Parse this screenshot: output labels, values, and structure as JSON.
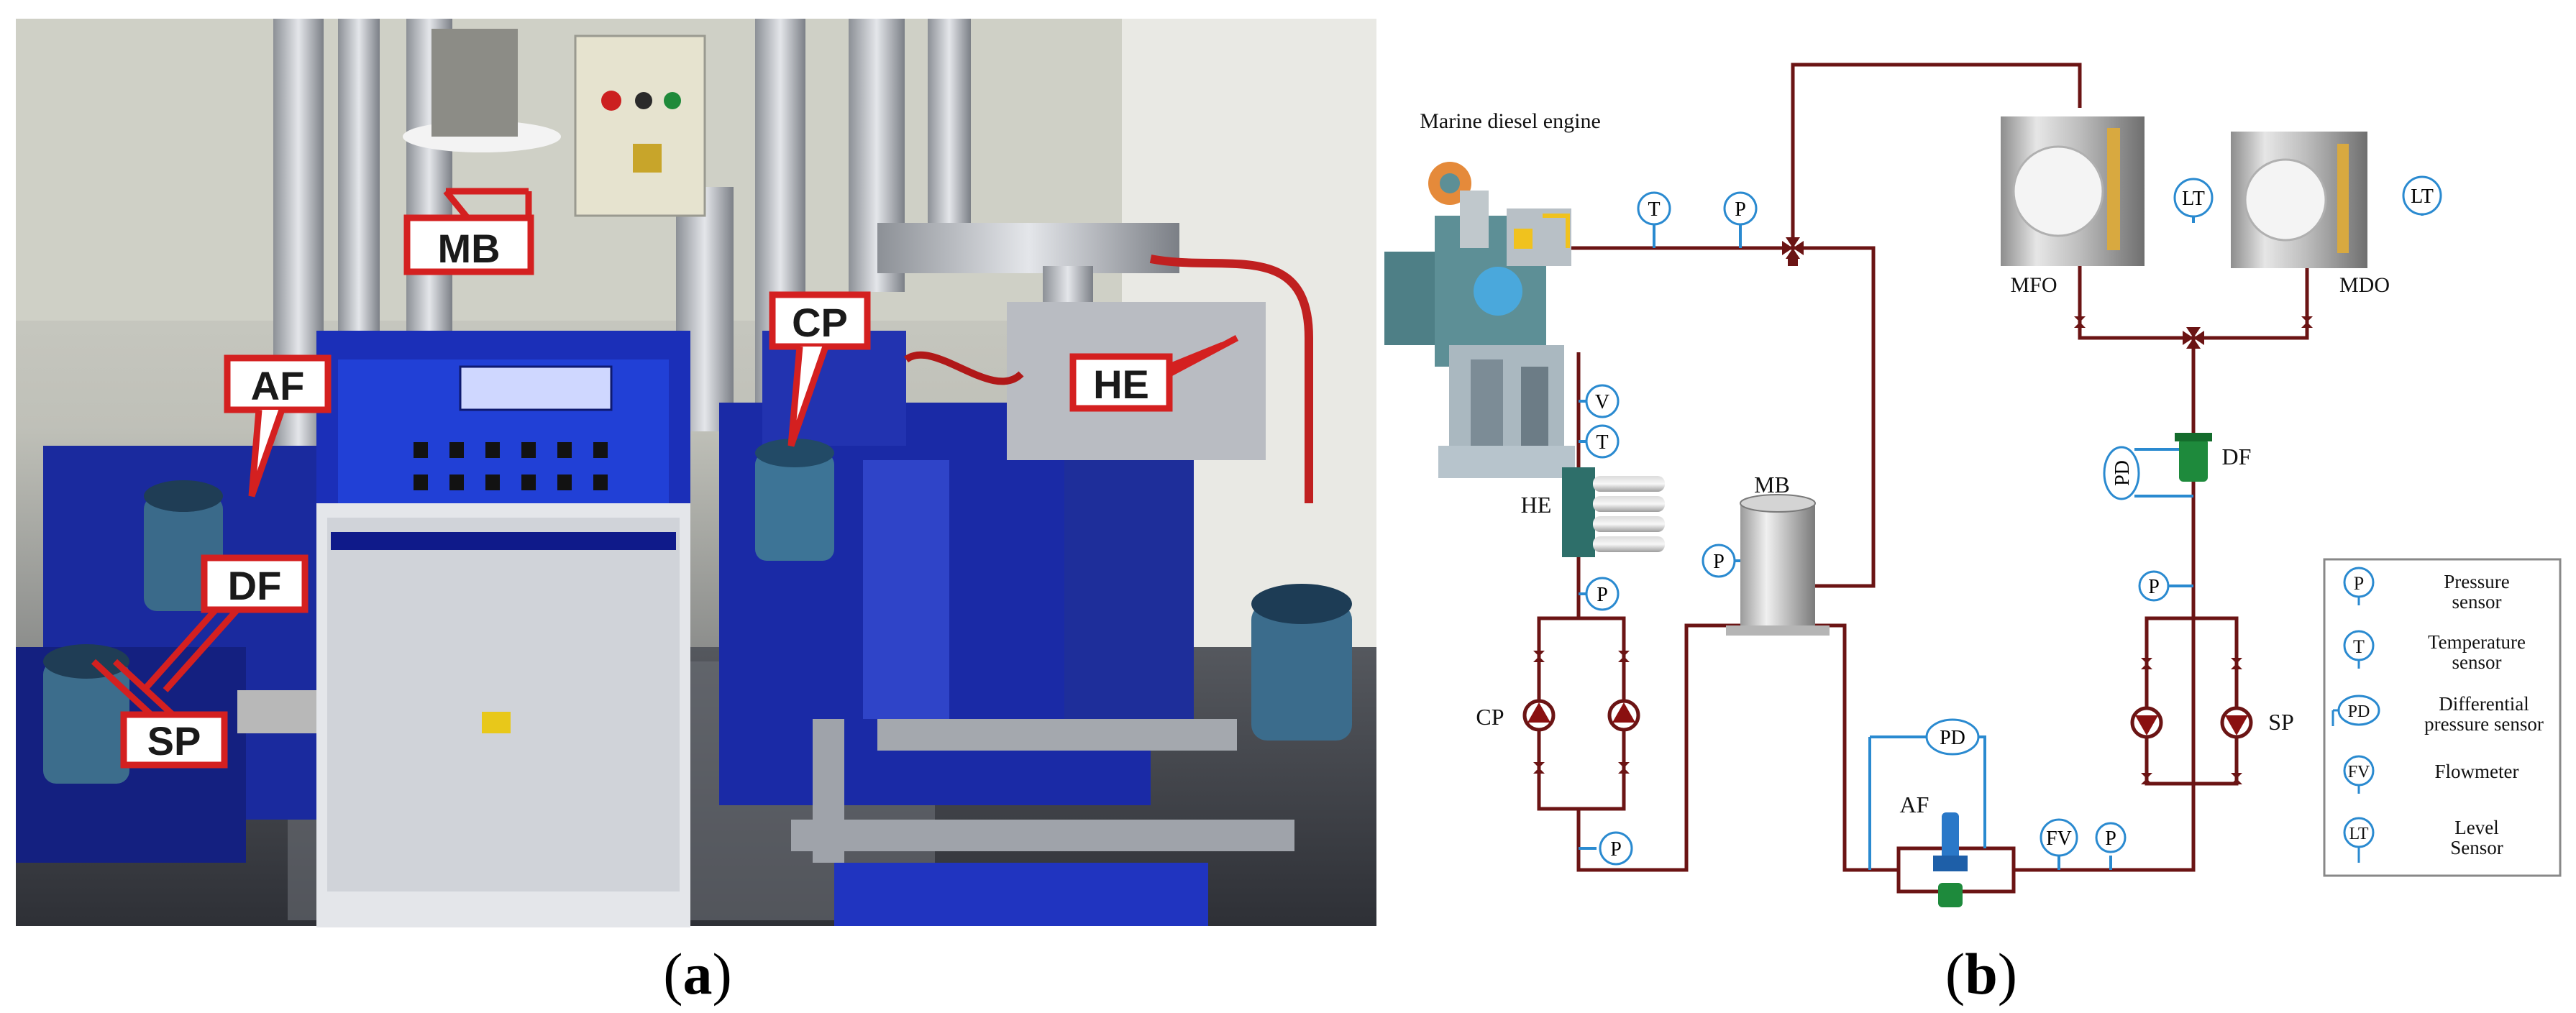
{
  "panel_a": {
    "caption_open": "(",
    "caption_letter": "a",
    "caption_close": ")",
    "callouts": {
      "mb": "MB",
      "af": "AF",
      "df": "DF",
      "sp": "SP",
      "cp": "CP",
      "he": "HE"
    }
  },
  "panel_b": {
    "caption_open": "(",
    "caption_letter": "b",
    "caption_close": ")",
    "engine_label": "Marine diesel engine",
    "components": {
      "he": "HE",
      "mb": "MB",
      "cp": "CP",
      "sp": "SP",
      "af": "AF",
      "df": "DF",
      "mfo": "MFO",
      "mdo": "MDO"
    },
    "sensors": {
      "t": "T",
      "p": "P",
      "v": "V",
      "pd": "PD",
      "fv": "FV",
      "lt": "LT"
    },
    "legend": [
      {
        "symbol": "P",
        "line1": "Pressure",
        "line2": "sensor"
      },
      {
        "symbol": "T",
        "line1": "Temperature",
        "line2": "sensor"
      },
      {
        "symbol": "PD",
        "line1": "Differential",
        "line2": "pressure sensor"
      },
      {
        "symbol": "FV",
        "line1": "Flowmeter",
        "line2": ""
      },
      {
        "symbol": "LT",
        "line1": "Level",
        "line2": "Sensor"
      }
    ]
  },
  "colors": {
    "pipe": "#6b1414",
    "sensor_line": "#2a8ad0",
    "callout": "#d42020",
    "machine_blue": "#1b2fb8"
  }
}
